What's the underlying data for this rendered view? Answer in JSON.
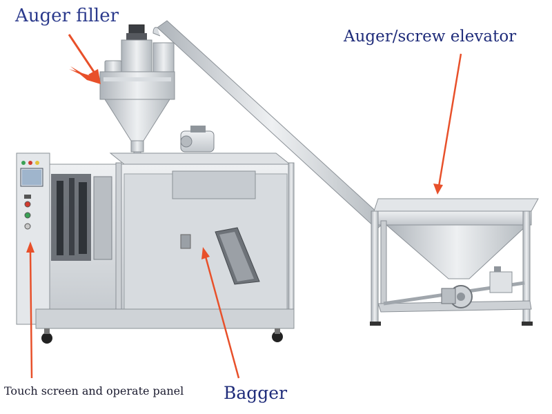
{
  "labels": {
    "auger_filler": "Auger filler",
    "auger_elevator": "Auger/screw elevator",
    "bagger": "Bagger",
    "touch_panel": "Touch screen and operate panel"
  },
  "colors": {
    "arrow": "#e8502a",
    "steel_light": "#e6e9ec",
    "steel_mid": "#c4c9ce",
    "steel_dark": "#8f959b",
    "label_text": "#1f2c7a"
  }
}
